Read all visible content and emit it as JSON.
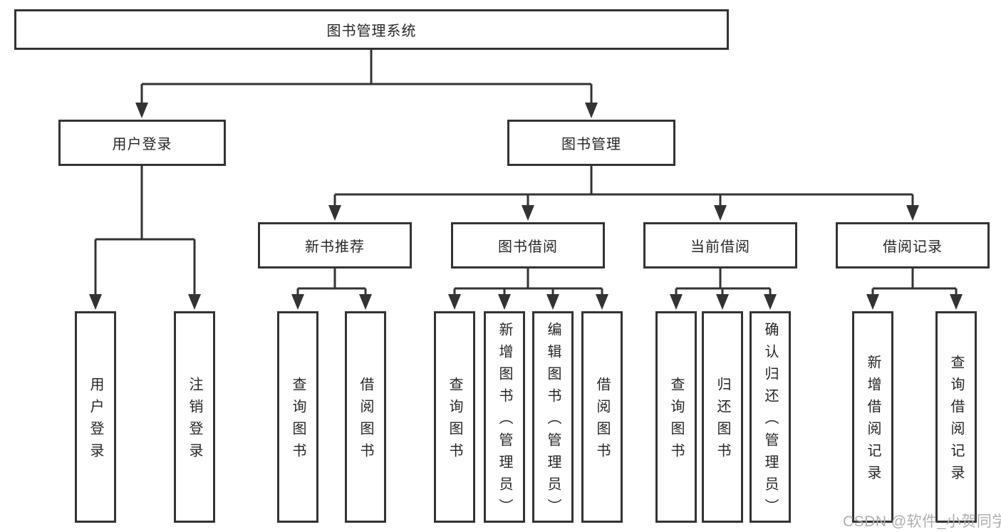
{
  "nodes": {
    "root": {
      "label": "图书管理系统"
    },
    "level2": {
      "user_login": {
        "label": "用户登录"
      },
      "book_management": {
        "label": "图书管理"
      }
    },
    "level3": {
      "new_book_recommend": {
        "label": "新书推荐"
      },
      "book_borrow": {
        "label": "图书借阅"
      },
      "current_borrow": {
        "label": "当前借阅"
      },
      "borrow_records": {
        "label": "借阅记录"
      }
    },
    "leaves": {
      "user_login": {
        "label": "用户登录"
      },
      "logout": {
        "label": "注销登录"
      },
      "query_books_recommend": {
        "label": "查询图书"
      },
      "borrow_books_recommend": {
        "label": "借阅图书"
      },
      "query_books_borrow": {
        "label": "查询图书"
      },
      "add_books_admin": {
        "label": "新增图书（管理员）"
      },
      "edit_books_admin": {
        "label": "编辑图书（管理员）"
      },
      "borrow_books_borrow": {
        "label": "借阅图书"
      },
      "query_books_current": {
        "label": "查询图书"
      },
      "return_books": {
        "label": "归还图书"
      },
      "confirm_return_admin": {
        "label": "确认归还（管理员）"
      },
      "add_borrow_record": {
        "label": "新增借阅记录"
      },
      "query_borrow_record": {
        "label": "查询借阅记录"
      }
    }
  },
  "watermark": "CSDN @软件_小贺同学",
  "colors": {
    "line": "#333333",
    "text": "#262626",
    "watermark": "#aeaeae",
    "background": "#ffffff"
  }
}
